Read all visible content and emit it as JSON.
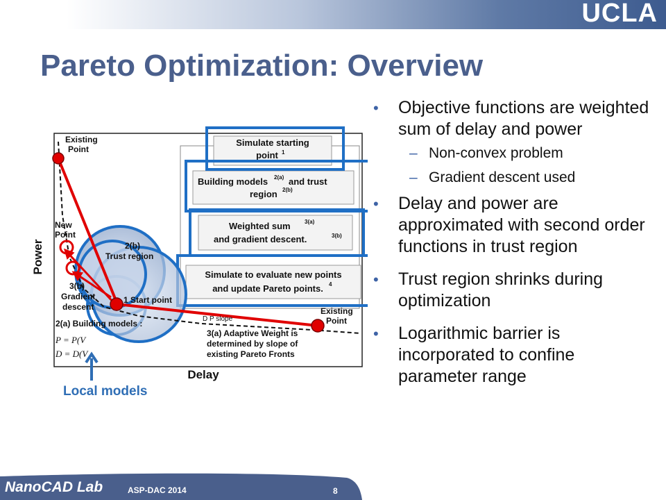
{
  "header": {
    "logo": "UCLA",
    "title": "Pareto Optimization: Overview"
  },
  "bullets": [
    {
      "text": "Objective functions are weighted sum of delay and power",
      "subs": [
        "Non-convex problem",
        "Gradient descent used"
      ]
    },
    {
      "text": "Delay and power are approximated with second order functions in trust region"
    },
    {
      "text": "Trust region shrinks during optimization"
    },
    {
      "text": "Logarithmic barrier is incorporated to confine parameter range"
    }
  ],
  "figure": {
    "axis_x": "Delay",
    "axis_y": "Power",
    "existing_point_top": [
      "Existing",
      "Point"
    ],
    "existing_point_right": [
      "Existing",
      "Point"
    ],
    "new_point": [
      "New",
      "Point"
    ],
    "trust_region": [
      "2(b)",
      "Trust region"
    ],
    "gradient": [
      "3(b)",
      "Gradient",
      "descent"
    ],
    "start_point": "1 Start point",
    "slope": "D P slope",
    "building_models": "2(a) Building models :",
    "eq_p": "P = P(V",
    "eq_d": "D = D(V",
    "adaptive": [
      "3(a) Adaptive Weight is",
      "determined by slope of",
      "existing Pareto Fronts"
    ],
    "flow_boxes": [
      {
        "line1": "Simulate starting",
        "line2": "point",
        "sup": "1"
      },
      {
        "line1": "Building models",
        "sup1": "2(a)",
        "line1b": " and trust",
        "line2": "region",
        "sup2": "2(b)"
      },
      {
        "line1": "Weighted sum",
        "sup1": "3(a)",
        "line2": "and gradient descent.",
        "sup2": "3(b)"
      },
      {
        "line1": "Simulate to evaluate new points",
        "line2": "and update Pareto points.",
        "sup": "4"
      }
    ],
    "local_models": "Local models"
  },
  "footer": {
    "lab": "NanoCAD Lab",
    "conference": "ASP-DAC 2014",
    "page": "8"
  }
}
